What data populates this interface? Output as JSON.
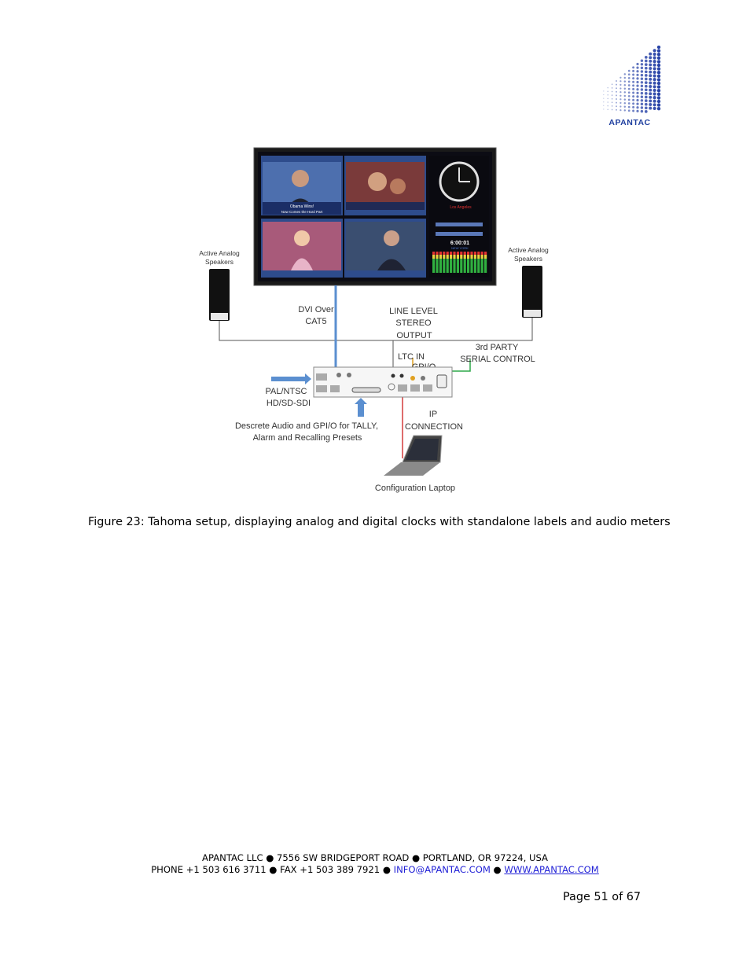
{
  "logo": {
    "text": "APANTAC",
    "color": "#1f3f9f"
  },
  "diagram": {
    "labels": {
      "speakers_left": [
        "Active Analog",
        "Speakers"
      ],
      "speakers_right": [
        "Active Analog",
        "Speakers"
      ],
      "dvi": [
        "DVI Over",
        "CAT5"
      ],
      "line_level": [
        "LINE LEVEL",
        "STEREO",
        "OUTPUT"
      ],
      "serial": [
        "3rd PARTY",
        "SERIAL CONTROL"
      ],
      "ltc": "LTC IN",
      "gpio": "GPI/O",
      "pal": [
        "PAL/NTSC",
        "HD/SD-SDI"
      ],
      "discrete": [
        "Descrete Audio and GPI/O for TALLY,",
        "Alarm and Recalling Presets"
      ],
      "ip": [
        "IP",
        "CONNECTION"
      ],
      "laptop": "Configuration Laptop"
    },
    "screen": {
      "city_1": "Los Angeles",
      "city_2": "NEW YORK",
      "digital_time": "6:00:01",
      "news_title": [
        "Obama Wins!",
        "Now Comes the Hard Part"
      ]
    },
    "colors": {
      "dvi_line": "#5b8fd0",
      "ip_line": "#d33a3a",
      "serial_line": "#2ea84a",
      "ltc_line": "#e0a020"
    }
  },
  "caption": "Figure 23:  Tahoma setup, displaying analog and digital clocks with standalone labels and audio meters",
  "footer": {
    "line1": "APANTAC LLC ● 7556 SW BRIDGEPORT ROAD ● PORTLAND, OR 97224, USA",
    "line2_prefix": "PHONE +1 503 616 3711 ● FAX +1 503 389 7921 ● ",
    "email": "INFO@APANTAC.COM",
    "sep": " ● ",
    "website": "WWW.APANTAC.COM"
  },
  "page_number": "Page 51 of 67"
}
